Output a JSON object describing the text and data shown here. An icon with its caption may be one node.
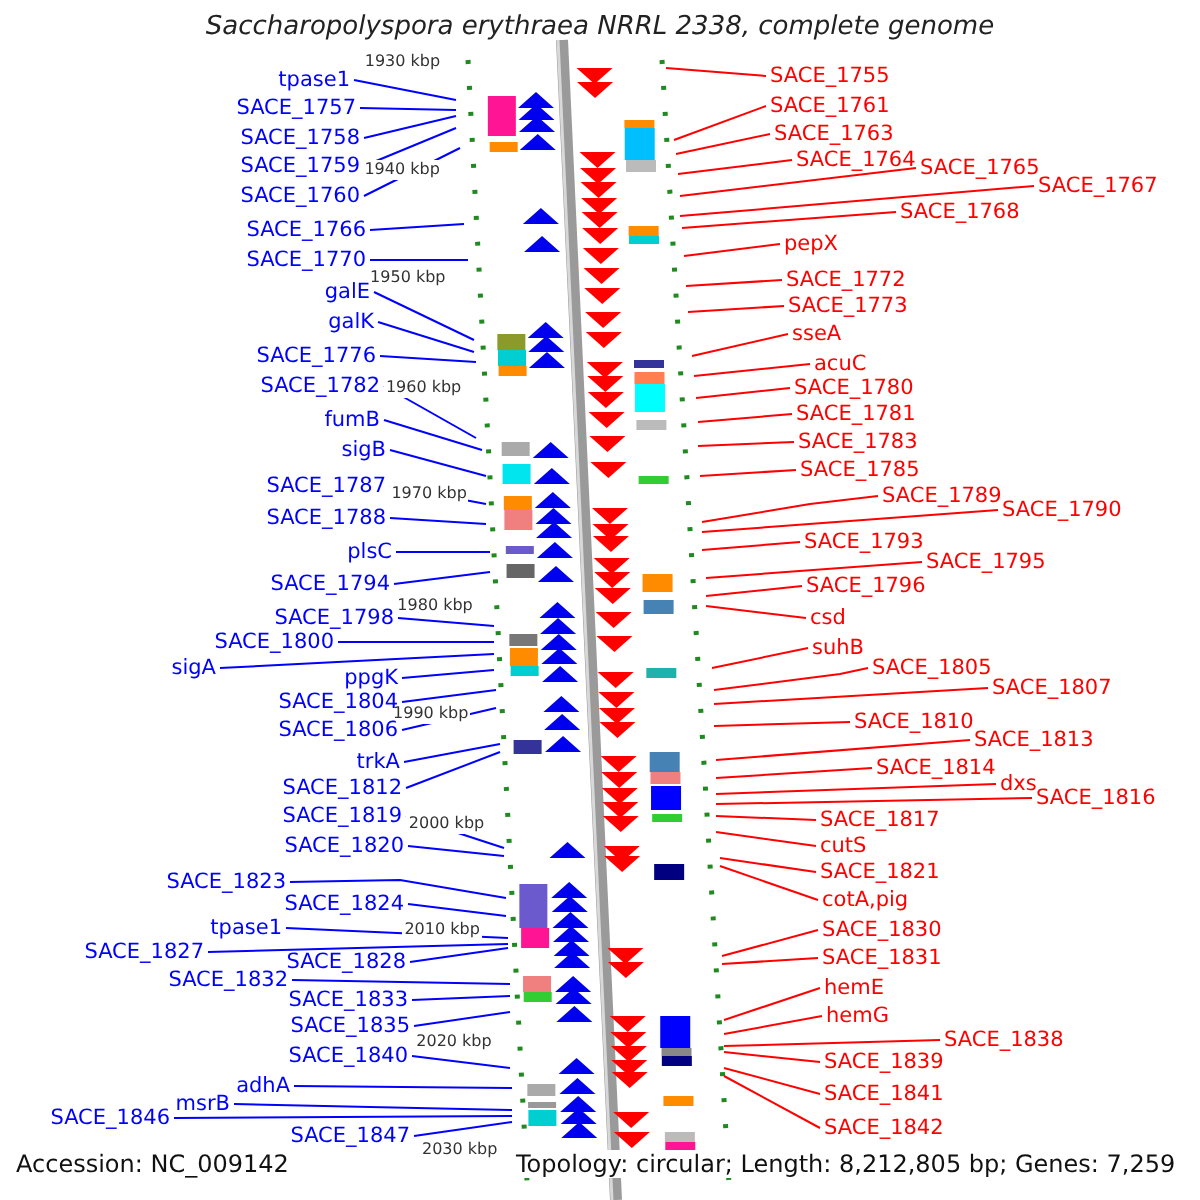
{
  "diagram": {
    "title": "Saccharopolyspora erythraea NRRL 2338, complete genome",
    "nodes": [
      {
        "text": [
          "tpase1"
        ]
      },
      {
        "text": [
          "SACE_1757"
        ]
      },
      {
        "text": [
          "SACE_1758"
        ]
      },
      {
        "text": [
          "SACE_1759"
        ]
      },
      {
        "text": [
          "SACE_1760"
        ]
      },
      {
        "text": [
          "SACE_1766"
        ]
      },
      {
        "text": [
          "SACE_1770"
        ]
      },
      {
        "text": [
          "galE"
        ]
      },
      {
        "text": [
          "galK"
        ]
      },
      {
        "text": [
          "SACE_1776"
        ]
      },
      {
        "text": [
          "SACE_1782"
        ]
      },
      {
        "text": [
          "fumB"
        ]
      },
      {
        "text": [
          "sigB"
        ]
      },
      {
        "text": [
          "SACE_1787"
        ]
      },
      {
        "text": [
          "SACE_1788"
        ]
      },
      {
        "text": [
          "plsC"
        ]
      },
      {
        "text": [
          "SACE_1794"
        ]
      },
      {
        "text": [
          "SACE_1798"
        ]
      },
      {
        "text": [
          "SACE_1800"
        ]
      },
      {
        "text": [
          "sigA"
        ]
      },
      {
        "text": [
          "ppgK"
        ]
      },
      {
        "text": [
          "SACE_1804"
        ]
      },
      {
        "text": [
          "SACE_1806"
        ]
      },
      {
        "text": [
          "trkA"
        ]
      },
      {
        "text": [
          "SACE_1812"
        ]
      },
      {
        "text": [
          "SACE_1819"
        ]
      },
      {
        "text": [
          "SACE_1820"
        ]
      },
      {
        "text": [
          "SACE_1823"
        ]
      },
      {
        "text": [
          "SACE_1824"
        ]
      },
      {
        "text": [
          "tpase1"
        ]
      },
      {
        "text": [
          "SACE_1827"
        ]
      },
      {
        "text": [
          "SACE_1828"
        ]
      },
      {
        "text": [
          "SACE_1832"
        ]
      },
      {
        "text": [
          "SACE_1833"
        ]
      },
      {
        "text": [
          "SACE_1835"
        ]
      },
      {
        "text": [
          "SACE_1840"
        ]
      },
      {
        "text": [
          "adhA"
        ]
      },
      {
        "text": [
          "SACE_1846"
        ]
      },
      {
        "text": [
          "msrB"
        ]
      },
      {
        "text": [
          "SACE_1847"
        ]
      },
      {
        "text": [
          "SACE_1755"
        ]
      },
      {
        "text": [
          "SACE_1761"
        ]
      },
      {
        "text": [
          "SACE_1763"
        ]
      },
      {
        "text": [
          "SACE_1764"
        ]
      },
      {
        "text": [
          "SACE_1765"
        ]
      },
      {
        "text": [
          "SACE_1767"
        ]
      },
      {
        "text": [
          "SACE_1768"
        ]
      },
      {
        "text": [
          "pepX"
        ]
      },
      {
        "text": [
          "SACE_1772"
        ]
      },
      {
        "text": [
          "SACE_1773"
        ]
      },
      {
        "text": [
          "sseA"
        ]
      },
      {
        "text": [
          "acuC"
        ]
      },
      {
        "text": [
          "SACE_1780"
        ]
      },
      {
        "text": [
          "SACE_1781"
        ]
      },
      {
        "text": [
          "SACE_1783"
        ]
      },
      {
        "text": [
          "SACE_1785"
        ]
      },
      {
        "text": [
          "SACE_1789"
        ]
      },
      {
        "text": [
          "SACE_1790"
        ]
      },
      {
        "text": [
          "SACE_1793"
        ]
      },
      {
        "text": [
          "SACE_1795"
        ]
      },
      {
        "text": [
          "SACE_1796"
        ]
      },
      {
        "text": [
          "csd"
        ]
      },
      {
        "text": [
          "suhB"
        ]
      },
      {
        "text": [
          "SACE_1805"
        ]
      },
      {
        "text": [
          "SACE_1807"
        ]
      },
      {
        "text": [
          "SACE_1810"
        ]
      },
      {
        "text": [
          "SACE_1813"
        ]
      },
      {
        "text": [
          "SACE_1814"
        ]
      },
      {
        "text": [
          "dxs"
        ]
      },
      {
        "text": [
          "SACE_1816"
        ]
      },
      {
        "text": [
          "SACE_1817"
        ]
      },
      {
        "text": [
          "cutS"
        ]
      },
      {
        "text": [
          "SACE_1821"
        ]
      },
      {
        "text": [
          "cotA,pig"
        ]
      },
      {
        "text": [
          "SACE_1830"
        ]
      },
      {
        "text": [
          "SACE_1831"
        ]
      },
      {
        "text": [
          "hemE"
        ]
      },
      {
        "text": [
          "hemG"
        ]
      },
      {
        "text": [
          "SACE_1838"
        ]
      },
      {
        "text": [
          "SACE_1839"
        ]
      },
      {
        "text": [
          "SACE_1841"
        ]
      },
      {
        "text": [
          "SACE_1842"
        ]
      }
    ],
    "edges": [
      {
        "from": 0,
        "to": null,
        "arrow": "none",
        "color": "#0000ff"
      },
      {
        "from": 1,
        "to": null,
        "arrow": "none",
        "color": "#0000ff"
      },
      {
        "from": 2,
        "to": null,
        "arrow": "none",
        "color": "#0000ff"
      },
      {
        "from": 3,
        "to": null,
        "arrow": "none",
        "color": "#0000ff"
      },
      {
        "from": 4,
        "to": null,
        "arrow": "none",
        "color": "#0000ff"
      },
      {
        "from": 5,
        "to": null,
        "arrow": "none",
        "color": "#0000ff"
      },
      {
        "from": 6,
        "to": null,
        "arrow": "none",
        "color": "#0000ff"
      },
      {
        "from": 7,
        "to": null,
        "arrow": "none",
        "color": "#0000ff"
      },
      {
        "from": 8,
        "to": null,
        "arrow": "none",
        "color": "#0000ff"
      },
      {
        "from": 9,
        "to": null,
        "arrow": "none",
        "color": "#0000ff"
      },
      {
        "from": 10,
        "to": null,
        "arrow": "none",
        "color": "#0000ff"
      },
      {
        "from": 11,
        "to": null,
        "arrow": "none",
        "color": "#0000ff"
      },
      {
        "from": 12,
        "to": null,
        "arrow": "none",
        "color": "#0000ff"
      },
      {
        "from": 13,
        "to": null,
        "arrow": "none",
        "color": "#0000ff"
      },
      {
        "from": 14,
        "to": null,
        "arrow": "none",
        "color": "#0000ff"
      },
      {
        "from": 15,
        "to": null,
        "arrow": "none",
        "color": "#0000ff"
      },
      {
        "from": 16,
        "to": null,
        "arrow": "none",
        "color": "#0000ff"
      },
      {
        "from": 17,
        "to": null,
        "arrow": "none",
        "color": "#0000ff"
      },
      {
        "from": 18,
        "to": null,
        "arrow": "none",
        "color": "#0000ff"
      },
      {
        "from": 19,
        "to": null,
        "arrow": "none",
        "color": "#0000ff"
      },
      {
        "from": 20,
        "to": null,
        "arrow": "none",
        "color": "#0000ff"
      },
      {
        "from": 21,
        "to": null,
        "arrow": "none",
        "color": "#0000ff"
      },
      {
        "from": 22,
        "to": null,
        "arrow": "none",
        "color": "#0000ff"
      },
      {
        "from": 23,
        "to": null,
        "arrow": "none",
        "color": "#0000ff"
      },
      {
        "from": 24,
        "to": null,
        "arrow": "none",
        "color": "#0000ff"
      },
      {
        "from": 25,
        "to": null,
        "arrow": "none",
        "color": "#0000ff"
      },
      {
        "from": 26,
        "to": null,
        "arrow": "none",
        "color": "#0000ff"
      },
      {
        "from": 27,
        "to": null,
        "arrow": "none",
        "color": "#0000ff"
      },
      {
        "from": 28,
        "to": null,
        "arrow": "none",
        "color": "#0000ff"
      },
      {
        "from": 29,
        "to": null,
        "arrow": "none",
        "color": "#0000ff"
      },
      {
        "from": 30,
        "to": null,
        "arrow": "none",
        "color": "#0000ff"
      },
      {
        "from": 31,
        "to": null,
        "arrow": "none",
        "color": "#0000ff"
      },
      {
        "from": 32,
        "to": null,
        "arrow": "none",
        "color": "#0000ff"
      },
      {
        "from": 33,
        "to": null,
        "arrow": "none",
        "color": "#0000ff"
      },
      {
        "from": 34,
        "to": null,
        "arrow": "none",
        "color": "#0000ff"
      },
      {
        "from": 35,
        "to": null,
        "arrow": "none",
        "color": "#0000ff"
      },
      {
        "from": 36,
        "to": null,
        "arrow": "none",
        "color": "#0000ff"
      },
      {
        "from": 37,
        "to": null,
        "arrow": "none",
        "color": "#0000ff"
      },
      {
        "from": 38,
        "to": null,
        "arrow": "none",
        "color": "#0000ff"
      },
      {
        "from": 39,
        "to": null,
        "arrow": "none",
        "color": "#0000ff"
      },
      {
        "from": 40,
        "to": null,
        "arrow": "none"
      },
      {
        "from": 41,
        "to": null,
        "arrow": "none"
      },
      {
        "from": 42,
        "to": null,
        "arrow": "none"
      },
      {
        "from": 43,
        "to": null,
        "arrow": "none"
      },
      {
        "from": 44,
        "to": null,
        "arrow": "none"
      },
      {
        "from": 45,
        "to": null,
        "arrow": "none"
      },
      {
        "from": 46,
        "to": null,
        "arrow": "none"
      },
      {
        "from": 47,
        "to": null,
        "arrow": "none"
      },
      {
        "from": 48,
        "to": null,
        "arrow": "none"
      },
      {
        "from": 49,
        "to": null,
        "arrow": "none"
      },
      {
        "from": 50,
        "to": null,
        "arrow": "none"
      },
      {
        "from": 51,
        "to": null,
        "arrow": "none"
      },
      {
        "from": 52,
        "to": null,
        "arrow": "none"
      },
      {
        "from": 53,
        "to": null,
        "arrow": "none"
      },
      {
        "from": 54,
        "to": null,
        "arrow": "none"
      },
      {
        "from": 55,
        "to": null,
        "arrow": "none"
      },
      {
        "from": 56,
        "to": null,
        "arrow": "none"
      },
      {
        "from": 57,
        "to": null,
        "arrow": "none"
      },
      {
        "from": 58,
        "to": null,
        "arrow": "none"
      },
      {
        "from": 59,
        "to": null,
        "arrow": "none"
      },
      {
        "from": 60,
        "to": null,
        "arrow": "none"
      },
      {
        "from": 61,
        "to": null,
        "arrow": "none"
      },
      {
        "from": 62,
        "to": null,
        "arrow": "none"
      },
      {
        "from": 63,
        "to": null,
        "arrow": "none"
      },
      {
        "from": 64,
        "to": null,
        "arrow": "none"
      },
      {
        "from": 65,
        "to": null,
        "arrow": "none"
      },
      {
        "from": 66,
        "to": null,
        "arrow": "none"
      },
      {
        "from": 67,
        "to": null,
        "arrow": "none"
      },
      {
        "from": 68,
        "to": null,
        "arrow": "none"
      },
      {
        "from": 69,
        "to": null,
        "arrow": "none"
      },
      {
        "from": 70,
        "to": null,
        "arrow": "none"
      },
      {
        "from": 71,
        "to": null,
        "arrow": "none"
      },
      {
        "from": 72,
        "to": null,
        "arrow": "none"
      },
      {
        "from": 73,
        "to": null,
        "arrow": "none"
      },
      {
        "from": 74,
        "to": null,
        "arrow": "none"
      },
      {
        "from": 75,
        "to": null,
        "arrow": "none"
      },
      {
        "from": 76,
        "to": null,
        "arrow": "none"
      },
      {
        "from": 77,
        "to": null,
        "arrow": "none"
      },
      {
        "from": 78,
        "to": null,
        "arrow": "none"
      },
      {
        "from": 79,
        "to": null,
        "arrow": "none"
      },
      {
        "from": 80,
        "to": null,
        "arrow": "none"
      },
      {
        "from": 81,
        "to": null,
        "arrow": "none"
      }
    ],
    "labels": [
      "1930 kbp",
      "1940 kbp",
      "1950 kbp",
      "1960 kbp",
      "1970 kbp",
      "1980 kbp",
      "1990 kbp",
      "2000 kbp",
      "2010 kbp",
      "2020 kbp",
      "2030 kbp",
      "Accession: NC_009142",
      "Topology: circular; Length: 8,212,805 bp; Genes: 7,259"
    ]
  }
}
